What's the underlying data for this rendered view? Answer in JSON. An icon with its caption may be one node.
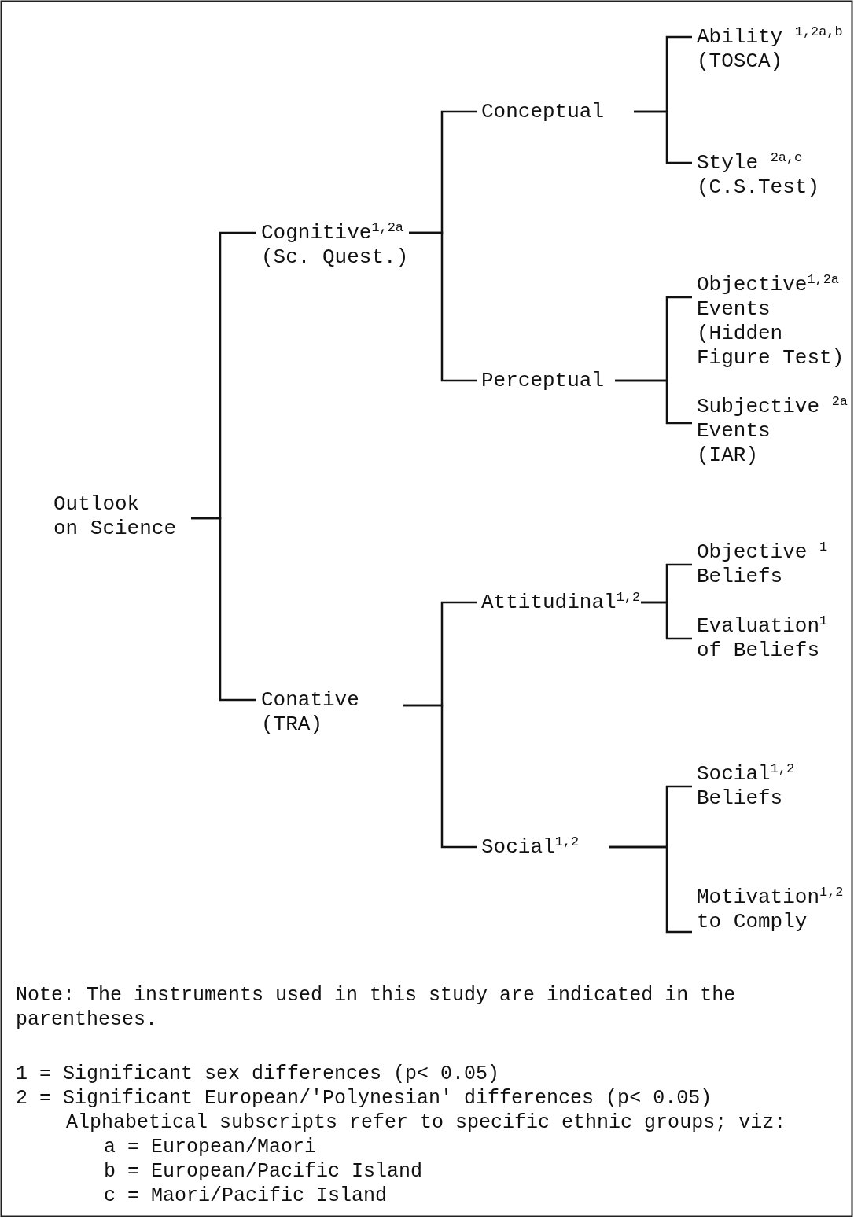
{
  "diagram": {
    "nodes": [
      {
        "text": [
          "Outlook",
          "on Science"
        ]
      },
      {
        "text": [
          "Cognitive$^{1,2a}$",
          "(Sc. Quest.)"
        ]
      },
      {
        "text": [
          "Conceptual"
        ]
      },
      {
        "text": [
          "Ability $^{1,2a,b}$",
          "(TOSCA)"
        ]
      },
      {
        "text": [
          "Style $^{2a,c}$",
          "(C.S.Test)"
        ]
      },
      {
        "text": [
          "Perceptual"
        ]
      },
      {
        "text": [
          "Objective$^{1,2a}$ Events",
          "(Hidden Figure Test)"
        ]
      },
      {
        "text": [
          "Subjective $^{2a}$ Events",
          "(IAR)"
        ]
      },
      {
        "text": [
          "Conative",
          "(TRA)"
        ]
      },
      {
        "text": [
          "Attitudinal$^{1,2}$"
        ]
      },
      {
        "text": [
          "Objective $^{1}$ Beliefs"
        ]
      },
      {
        "text": [
          "Evaluation$^{1}$ of Beliefs"
        ]
      },
      {
        "text": [
          "Social$^{1,2}$"
        ]
      },
      {
        "text": [
          "Social$^{1,2}$ Beliefs"
        ]
      },
      {
        "text": [
          "Motivation$^{1,2}$ to Comply"
        ]
      }
    ],
    "edges": [
      {
        "from": 0,
        "to": 1,
        "arrow": "none"
      },
      {
        "from": 0,
        "to": 8,
        "arrow": "none"
      },
      {
        "from": 1,
        "to": 2,
        "arrow": "none"
      },
      {
        "from": 1,
        "to": 5,
        "arrow": "none"
      },
      {
        "from": 2,
        "to": 3,
        "arrow": "none"
      },
      {
        "from": 2,
        "to": 4,
        "arrow": "none"
      },
      {
        "from": 5,
        "to": 6,
        "arrow": "none"
      },
      {
        "from": 5,
        "to": 7,
        "arrow": "none"
      },
      {
        "from": 8,
        "to": 9,
        "arrow": "none"
      },
      {
        "from": 8,
        "to": 12,
        "arrow": "none"
      },
      {
        "from": 9,
        "to": 10,
        "arrow": "none"
      },
      {
        "from": 9,
        "to": 11,
        "arrow": "none"
      },
      {
        "from": 12,
        "to": 13,
        "arrow": "none"
      },
      {
        "from": 12,
        "to": 14,
        "arrow": "none"
      }
    ],
    "labels": [
      "Note: The instruments used in this study are indicated in the parentheses.",
      "1 = Significant sex differences (p< 0.05)",
      "2 = Significant European/'Polynesian' differences (p< 0.05)",
      "Alphabetical subscripts refer to specific ethnic groups; viz:",
      "a = European/Maori",
      "b = European/Pacific Island",
      "c = Maori/Pacific Island"
    ]
  }
}
